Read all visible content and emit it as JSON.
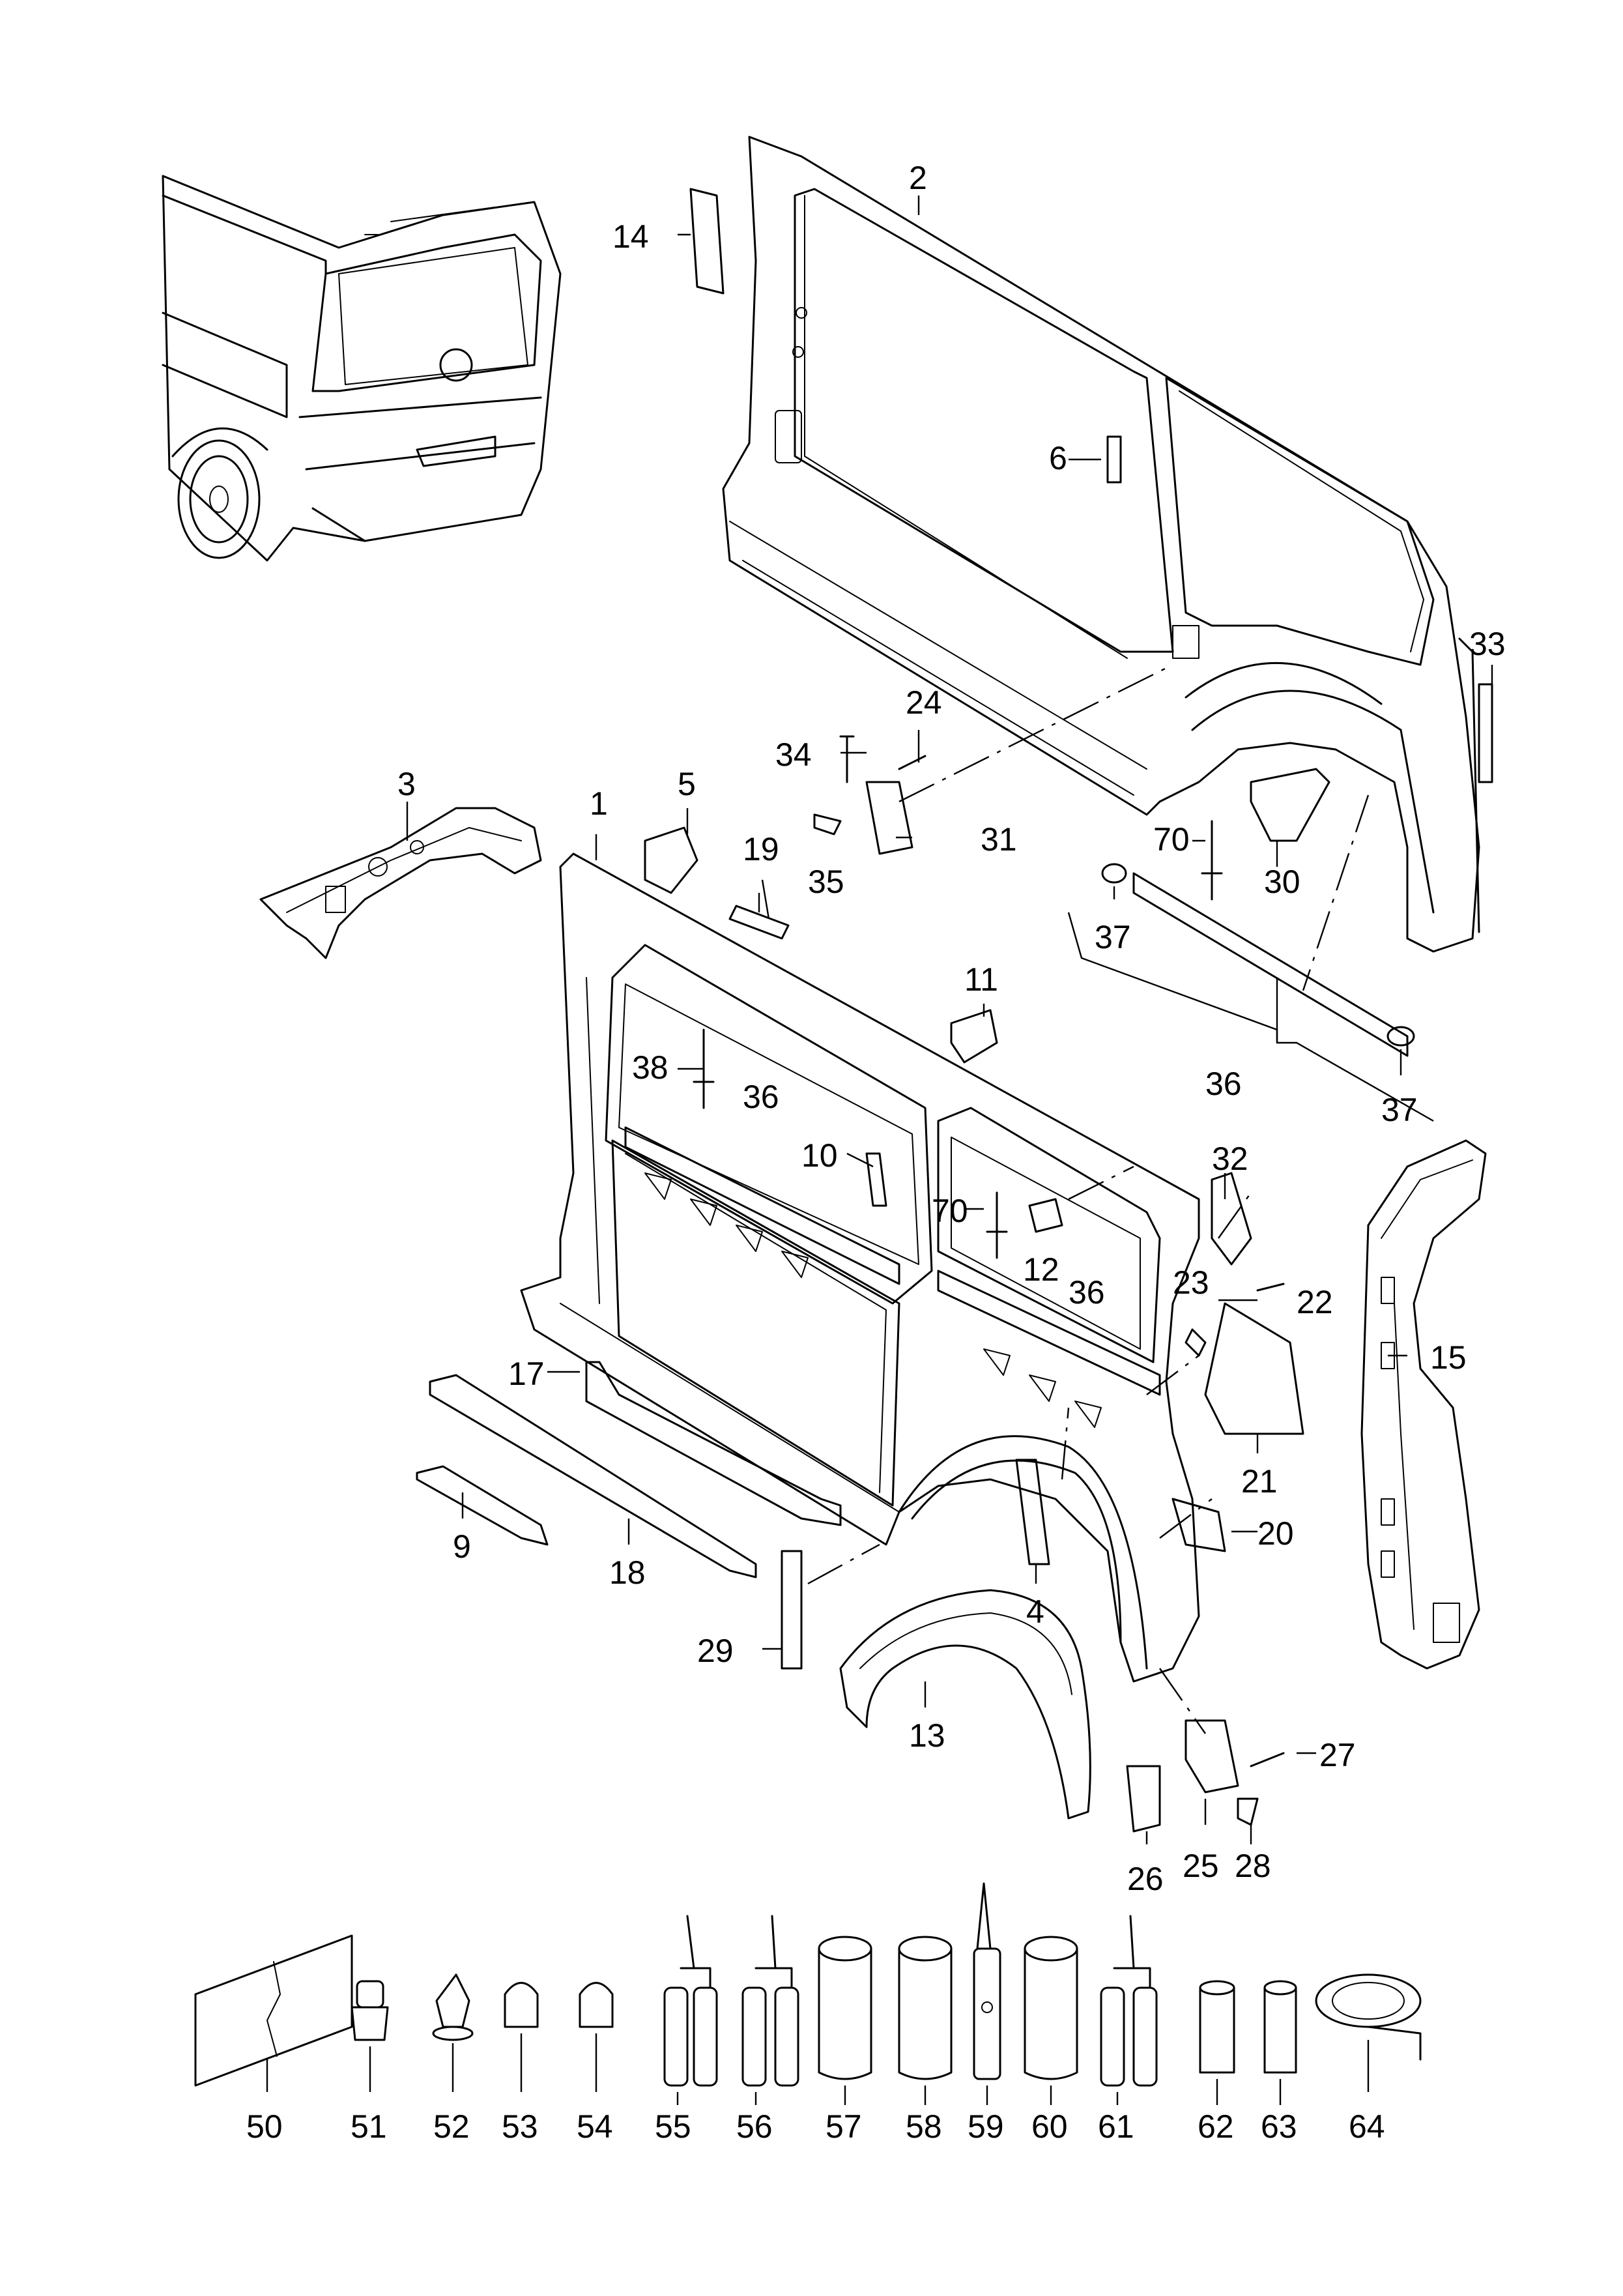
{
  "diagram": {
    "callouts": {
      "c1": "1",
      "c2": "2",
      "c3": "3",
      "c4": "4",
      "c5": "5",
      "c6": "6",
      "c9": "9",
      "c10": "10",
      "c11": "11",
      "c12": "12",
      "c13": "13",
      "c14": "14",
      "c15": "15",
      "c17": "17",
      "c18": "18",
      "c19": "19",
      "c20": "20",
      "c21": "21",
      "c22": "22",
      "c23": "23",
      "c24": "24",
      "c25": "25",
      "c26": "26",
      "c27": "27",
      "c28": "28",
      "c29": "29",
      "c30": "30",
      "c31": "31",
      "c32": "32",
      "c33": "33",
      "c34": "34",
      "c35": "35",
      "c36a": "36",
      "c36b": "36",
      "c36c": "36",
      "c37a": "37",
      "c37b": "37",
      "c38": "38",
      "c70a": "70",
      "c70b": "70"
    },
    "consumables": [
      {
        "label": "50",
        "icon": "tape-strip-icon"
      },
      {
        "label": "51",
        "icon": "grommet-icon"
      },
      {
        "label": "52",
        "icon": "plug-clip-icon"
      },
      {
        "label": "53",
        "icon": "cap-nut-icon"
      },
      {
        "label": "54",
        "icon": "cap-nut-icon"
      },
      {
        "label": "55",
        "icon": "twin-cartridge-icon"
      },
      {
        "label": "56",
        "icon": "twin-cartridge-icon"
      },
      {
        "label": "57",
        "icon": "cartridge-icon"
      },
      {
        "label": "58",
        "icon": "cartridge-icon"
      },
      {
        "label": "59",
        "icon": "nozzle-tube-icon"
      },
      {
        "label": "60",
        "icon": "cartridge-icon"
      },
      {
        "label": "61",
        "icon": "twin-cartridge-icon"
      },
      {
        "label": "62",
        "icon": "small-can-icon"
      },
      {
        "label": "63",
        "icon": "small-can-icon"
      },
      {
        "label": "64",
        "icon": "tape-roll-icon"
      }
    ]
  }
}
